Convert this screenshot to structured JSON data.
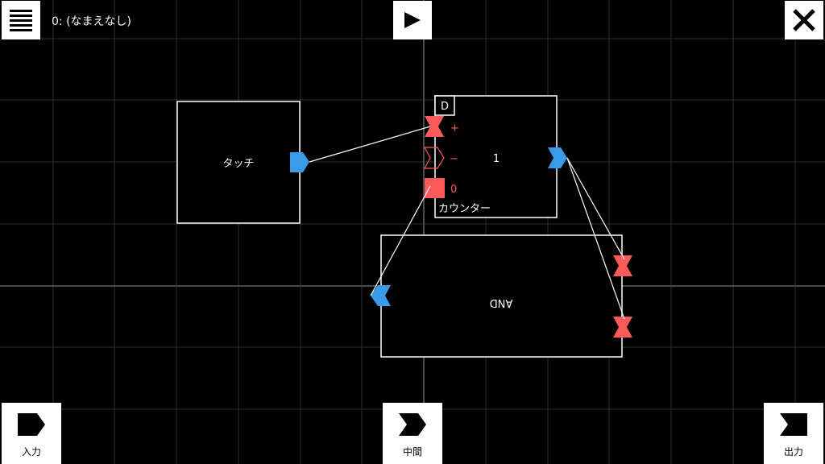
{
  "header": {
    "project_title": "0: (なまえなし)",
    "menu_icon": "hamburger-menu-icon",
    "play_icon": "play-icon",
    "close_icon": "close-icon"
  },
  "nodes": {
    "touch": {
      "label": "タッチ"
    },
    "counter": {
      "label": "カウンター",
      "badge": "D",
      "port_plus": "+",
      "port_minus": "−",
      "port_zero": "0",
      "value": "1"
    },
    "and": {
      "label": "AND",
      "flipped": true
    }
  },
  "toolbar": {
    "input_label": "入力",
    "middle_label": "中間",
    "output_label": "出力"
  },
  "colors": {
    "background": "#000000",
    "grid": "#333333",
    "axis": "#555555",
    "input_port": "#ff5a5a",
    "output_port": "#3a9be8"
  }
}
